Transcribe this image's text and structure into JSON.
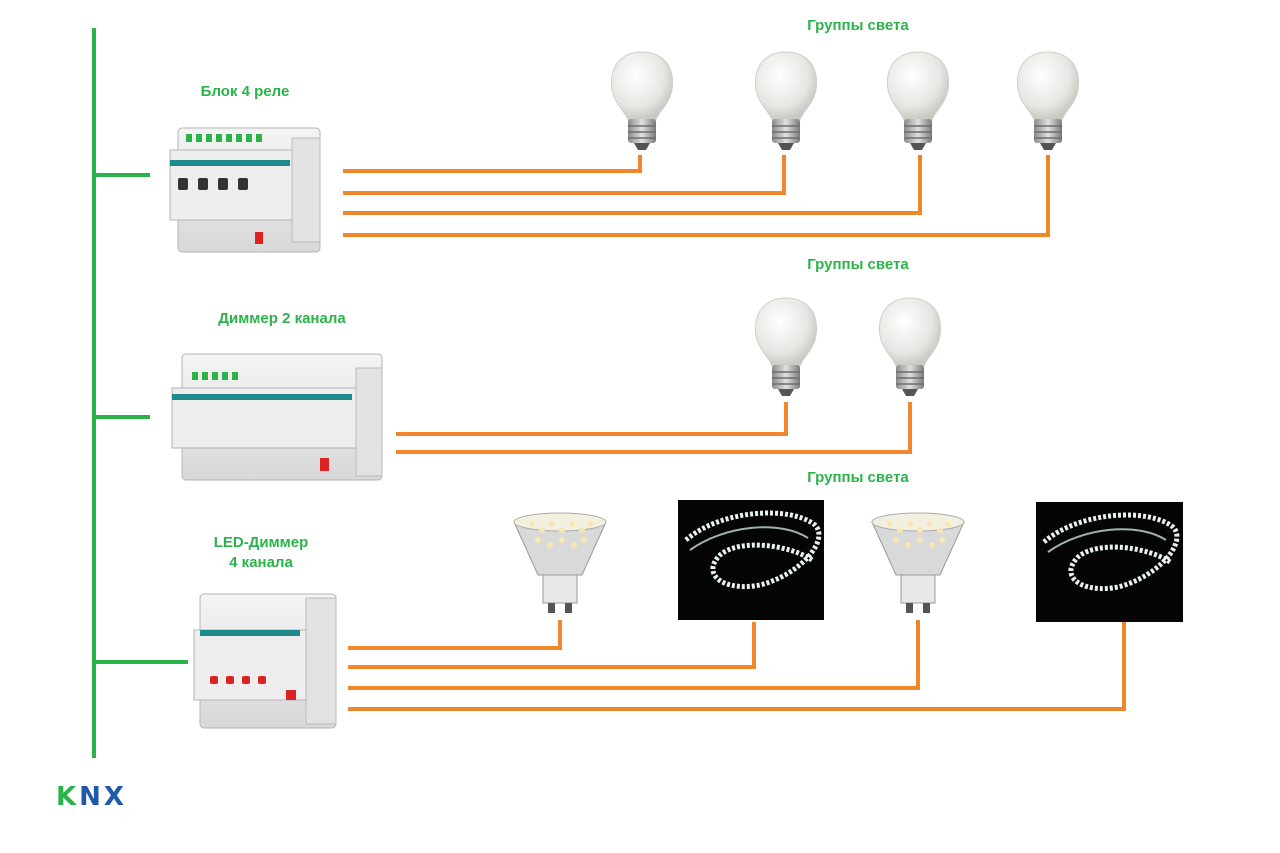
{
  "groups_title": "Группы света",
  "devices": [
    {
      "name": "Блок 4 реле"
    },
    {
      "name": "Диммер 2 канала"
    },
    {
      "name_line1": "LED-Диммер",
      "name_line2": "4 канала"
    }
  ],
  "logo": {
    "text_k": "K",
    "text_n": "N",
    "text_x": "X"
  },
  "colors": {
    "bus": "#2bb34a",
    "wire": "#f0872a",
    "label": "#2bb34a",
    "logo_blue": "#1e5aa8"
  }
}
